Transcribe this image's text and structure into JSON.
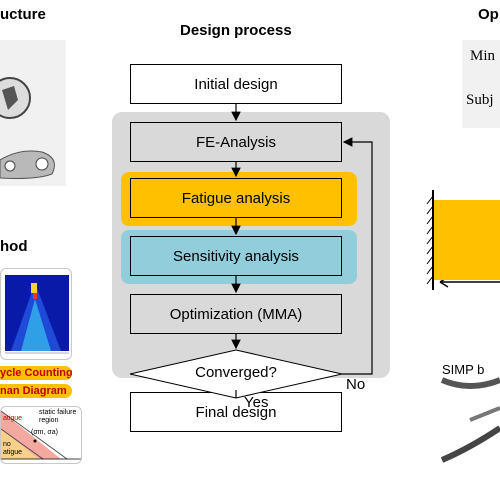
{
  "headers": {
    "structure": "ucture",
    "method": "hod",
    "design_process": "Design process",
    "optimization": "Op"
  },
  "flow": {
    "initial": "Initial design",
    "fe": "FE-Analysis",
    "fatigue": "Fatigue analysis",
    "sensitivity": "Sensitivity analysis",
    "optimization": "Optimization (MMA)",
    "converged": "Converged?",
    "final": "Final design",
    "yes": "Yes",
    "no": "No"
  },
  "optimization_panel": {
    "line1": "Min",
    "line2": "Subj"
  },
  "method_panel": {
    "pill1": "ycle  Counting",
    "pill2": "nan Diagram"
  },
  "fatigue_chart": {
    "static_label": "static failure region",
    "stress_label": "(σm, σa)",
    "fatigue_label": "atigue",
    "no_label": "no",
    "fatigue2_label": "atigue"
  },
  "simp": {
    "label": "SIMP b"
  },
  "colors": {
    "fatigue_fill": "#FFC000",
    "sensitivity_fill": "#92CDDC",
    "loop_bg": "#D9D9D9",
    "pill_fill": "#FFC000",
    "beam_fill": "#FFC000"
  }
}
